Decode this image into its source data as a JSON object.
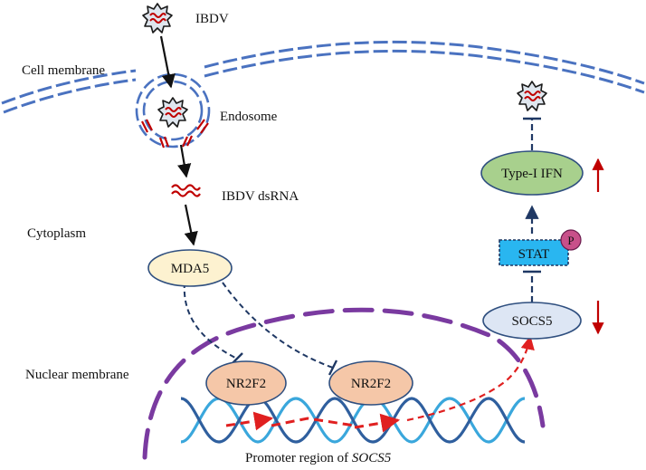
{
  "labels": {
    "ibdv": "IBDV",
    "cell_membrane": "Cell membrane",
    "endosome": "Endosome",
    "dsrna": "IBDV dsRNA",
    "cytoplasm": "Cytoplasm",
    "nuclear_membrane": "Nuclear membrane",
    "promoter_prefix": "Promoter region of ",
    "promoter_gene": "SOCS5"
  },
  "nodes": {
    "mda5": "MDA5",
    "nr2f2_left": "NR2F2",
    "nr2f2_right": "NR2F2",
    "socs5": "SOCS5",
    "stat": "STAT",
    "phospho": "P",
    "type_i_ifn": "Type-I IFN"
  },
  "colors": {
    "membrane": "#4a72c0",
    "nucleus": "#7a3aa0",
    "mda5_fill": "#fdf2d0",
    "nr2f2_fill": "#f5c7a8",
    "socs5_fill": "#dde6f4",
    "stat_fill": "#29b6f0",
    "ifn_fill": "#a8d08d",
    "red": "#c00000",
    "inhibit": "#1f3864",
    "phospho_fill": "#c8508a",
    "dna_light": "#3aa7dc",
    "dna_dark": "#2f5f9e"
  },
  "indicators": {
    "type_i_ifn_change": "up",
    "socs5_change": "down"
  }
}
